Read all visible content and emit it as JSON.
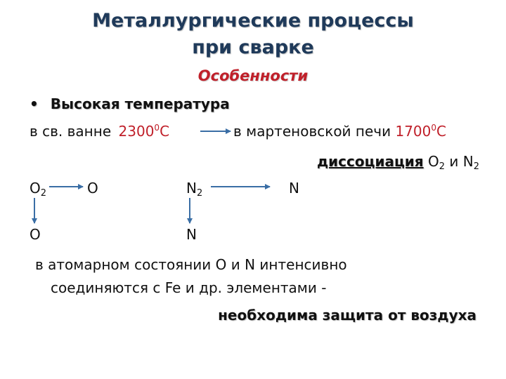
{
  "title": {
    "line1": "Металлургические процессы",
    "line2": "при сварке"
  },
  "subtitle": "Особенности",
  "bullet": {
    "marker": "•",
    "text": "Высокая температура"
  },
  "temperatures": {
    "bath_label": "в св. ванне",
    "bath_value": "2300",
    "bath_sup": "0",
    "bath_unit": "С",
    "furnace_label": "в мартеновской печи",
    "furnace_value": "1700",
    "furnace_sup": "0",
    "furnace_unit": "С"
  },
  "dissociation": {
    "word": "диссоциация",
    "rest_a": "О",
    "rest_sub_a": "2",
    "rest_mid": "и N",
    "rest_sub_b": "2"
  },
  "reactions": {
    "o2_base": "О",
    "o2_sub": "2",
    "o_right": "О",
    "n2_base": "N",
    "n2_sub": "2",
    "n_right": "N",
    "o_bottom": "О",
    "n_bottom": "N"
  },
  "conclusion": {
    "line1": "в атомарном состоянии О и N интенсивно",
    "line2": "соединяются с Fe и др. элементами  -",
    "line3": "необходима защита от воздуха"
  },
  "colors": {
    "title": "#1f3a5a",
    "accent_red": "#c0202a",
    "arrow": "#3a6ea5"
  }
}
